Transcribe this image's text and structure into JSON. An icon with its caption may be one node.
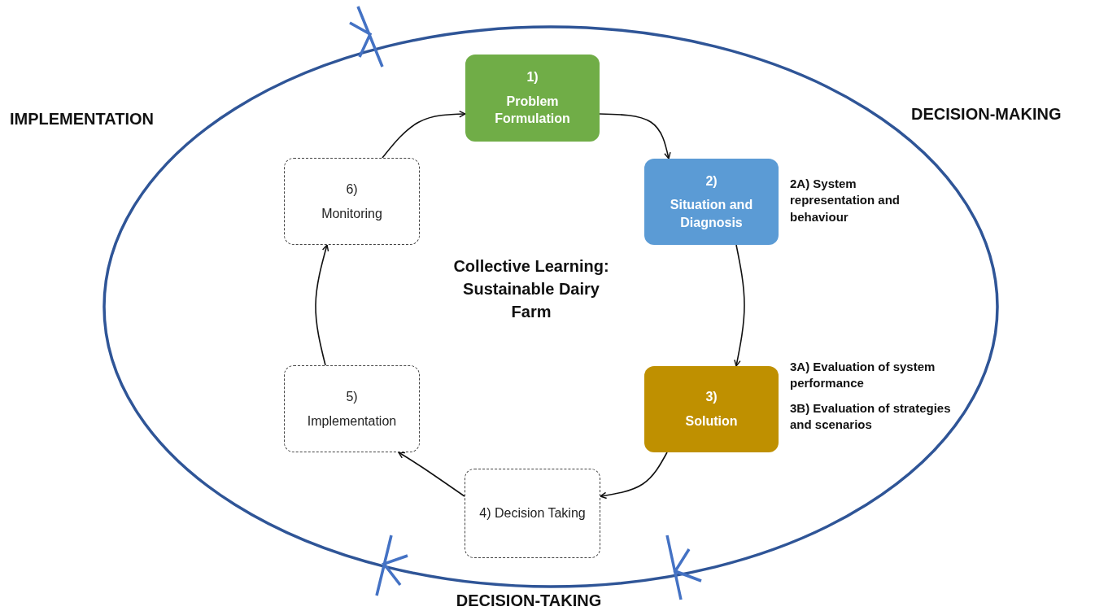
{
  "diagram": {
    "nodes": [
      {
        "text": [
          "1)",
          "Problem Formulation"
        ]
      },
      {
        "text": [
          "2)",
          "Situation and Diagnosis"
        ],
        "beside": [
          "2A) System representation and behaviour"
        ]
      },
      {
        "text": [
          "3)",
          "Solution"
        ],
        "beside": [
          "3A) Evaluation of system performance",
          "3B) Evaluation of strategies and scenarios"
        ]
      },
      {
        "text": [
          "4) Decision Taking"
        ]
      },
      {
        "text": [
          "5)",
          "Implementation"
        ]
      },
      {
        "text": [
          "6)",
          "Monitoring"
        ]
      }
    ],
    "edges": [
      {
        "from": 0,
        "to": 1,
        "arrow": "to"
      },
      {
        "from": 1,
        "to": 2,
        "arrow": "to"
      },
      {
        "from": 2,
        "to": 3,
        "arrow": "to"
      },
      {
        "from": 3,
        "to": 4,
        "arrow": "to"
      },
      {
        "from": 4,
        "to": 5,
        "arrow": "to"
      },
      {
        "from": 5,
        "to": 0,
        "arrow": "to"
      }
    ],
    "labels": [
      "IMPLEMENTATION",
      "DECISION-MAKING",
      "Collective Learning: Sustainable Dairy Farm",
      "DECISION-TAKING"
    ]
  }
}
